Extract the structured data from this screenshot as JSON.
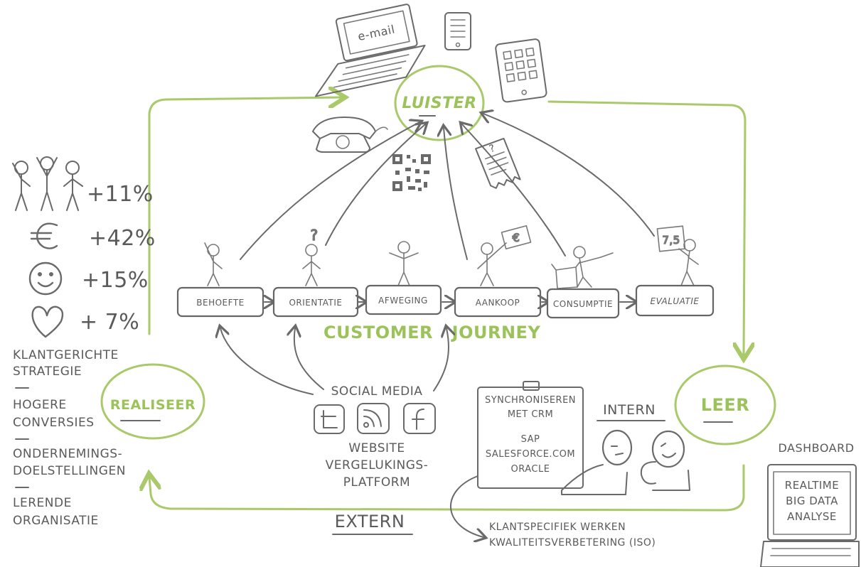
{
  "hub": {
    "luister": "LUISTER",
    "leer": "LEER",
    "realiseer": "REALISEER"
  },
  "devices": {
    "laptop_screen": "e-mail",
    "tablet_price": "7,5"
  },
  "journey": {
    "title_left": "CUSTOMER",
    "title_right": "JOURNEY",
    "stages": [
      "BEHOEFTE",
      "ORIENTATIE",
      "AFWEGING",
      "AANKOOP",
      "CONSUMPTIE",
      "EVALUATIE"
    ]
  },
  "stats": [
    {
      "icon": "people-icon",
      "value": "+11%"
    },
    {
      "icon": "euro-icon",
      "value": "+42%"
    },
    {
      "icon": "smiley-icon",
      "value": "+15%"
    },
    {
      "icon": "heart-icon",
      "value": "+ 7%"
    }
  ],
  "goals": [
    [
      "KLANTGERICHTE",
      "STRATEGIE"
    ],
    [
      "HOGERE",
      "CONVERSIES"
    ],
    [
      "ONDERNEMINGS-",
      "DOELSTELLINGEN"
    ],
    [
      "LERENDE",
      "ORGANISATIE"
    ]
  ],
  "social": {
    "title": "SOCIAL MEDIA",
    "sources": [
      "WEBSITE",
      "VERGELUKINGS-",
      "PLATFORM"
    ]
  },
  "clipboard": {
    "lines_top": [
      "SYNCHRONISEREN",
      "MET CRM"
    ],
    "lines_bottom": [
      "SAP",
      "SALESFORCE.COM",
      "ORACLE"
    ]
  },
  "labels": {
    "intern": "INTERN",
    "extern": "EXTERN",
    "dashboard": "DASHBOARD"
  },
  "dashboard_screen": [
    "REALTIME",
    "BIG DATA",
    "ANALYSE"
  ],
  "work": [
    "KLANTSPECIFIEK WERKEN",
    "KWALITEITSVERBETERING (ISO)"
  ],
  "euro_note": "€",
  "question_mark": "?",
  "colors": {
    "accent_green": "#a9c96a",
    "ink": "#5a5a5a"
  }
}
